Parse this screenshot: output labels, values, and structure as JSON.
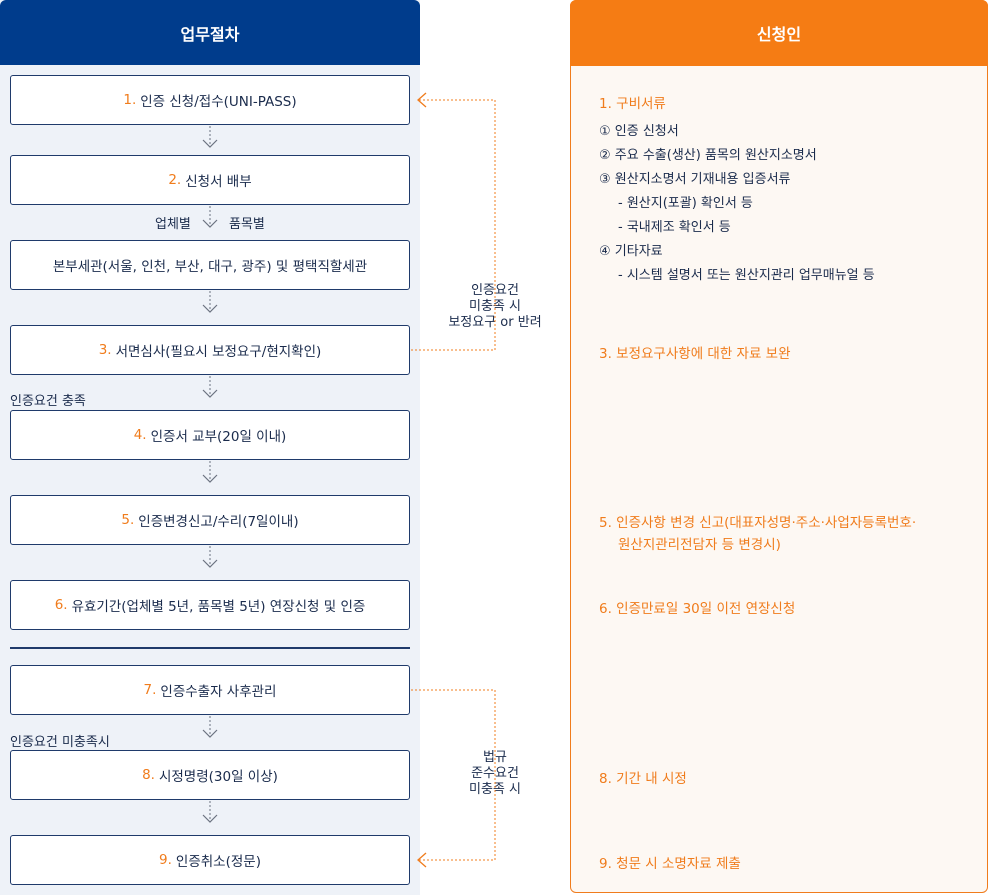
{
  "left": {
    "header": "업무절차",
    "steps": [
      {
        "num": "1.",
        "text": "인증 신청/접수(UNI-PASS)"
      },
      {
        "num": "2.",
        "text": "신청서 배부"
      },
      {
        "num": "",
        "text": "본부세관(서울, 인천, 부산, 대구, 광주) 및 평택직할세관"
      },
      {
        "num": "3.",
        "text": "서면심사(필요시 보정요구/현지확인)"
      },
      {
        "num": "4.",
        "text": "인증서 교부(20일 이내)"
      },
      {
        "num": "5.",
        "text": "인증변경신고/수리(7일이내)"
      },
      {
        "num": "6.",
        "text": "유효기간(업체별 5년, 품목별 5년) 연장신청 및 인증"
      },
      {
        "num": "7.",
        "text": "인증수출자 사후관리"
      },
      {
        "num": "8.",
        "text": "시정명령(30일 이상)"
      },
      {
        "num": "9.",
        "text": "인증취소(정문)"
      }
    ],
    "notes": {
      "by_company": "업체별",
      "by_item": "품목별",
      "requirement_met": "인증요건 충족",
      "requirement_unmet": "인증요건 미충족시"
    },
    "loop1": [
      "인증요건",
      "미충족 시",
      "보정요구 or 반려"
    ],
    "loop2": [
      "법규",
      "준수요건",
      "미충족 시"
    ]
  },
  "right": {
    "header": "신청인",
    "docs_title": "1. 구비서류",
    "docs": [
      {
        "text": "① 인증 신청서",
        "sub": false
      },
      {
        "text": "② 주요 수출(생산) 품목의 원산지소명서",
        "sub": false
      },
      {
        "text": "③ 원산지소명서 기재내용 입증서류",
        "sub": false
      },
      {
        "text": "- 원산지(포괄) 확인서 등",
        "sub": true
      },
      {
        "text": "- 국내제조 확인서 등",
        "sub": true
      },
      {
        "text": "④ 기타자료",
        "sub": false
      },
      {
        "text": "- 시스템 설명서 또는 원산지관리 업무매뉴얼 등",
        "sub": true
      }
    ],
    "item3": "3. 보정요구사항에 대한 자료 보완",
    "item5_line1": "5. 인증사항 변경 신고(대표자성명·주소·사업자등록번호·",
    "item5_line2": "원산지관리전담자 등 변경시)",
    "item6": "6. 인증만료일 30일 이전 연장신청",
    "item8": "8. 기간 내 시정",
    "item9": "9. 청문 시 소명자료 제출"
  },
  "colors": {
    "navy": "#003c8c",
    "orange": "#f57c14",
    "left_bg": "#eef2f8",
    "right_bg": "#fdf8f3"
  }
}
